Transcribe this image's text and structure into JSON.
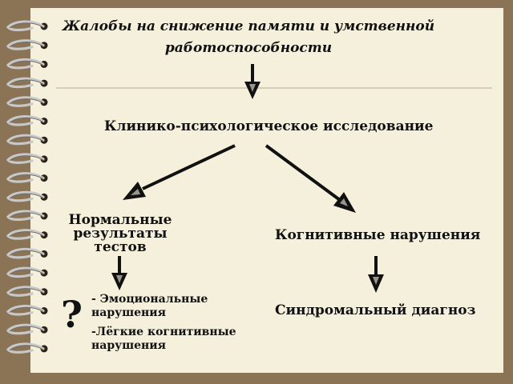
{
  "diagram": {
    "title_line1": "Жалобы на снижение памяти и умственной",
    "title_line2": "работоспособности",
    "clinical_exam": "Клинико-психологическое исследование",
    "normal_results_line1": "Нормальные",
    "normal_results_line2": "результаты",
    "normal_results_line3": "тестов",
    "cognitive_impairment": "Когнитивные нарушения",
    "syndromal_diagnosis": "Синдромальный диагноз",
    "question_mark": "?",
    "outcomes": [
      {
        "line1": "- Эмоциональные",
        "line2": "нарушения"
      },
      {
        "line1": "-Лёгкие когнитивные",
        "line2": "нарушения"
      }
    ]
  },
  "colors": {
    "background": "#8b7355",
    "paper": "#f4f0dc",
    "text": "#111111",
    "rule": "#c9c3aa"
  }
}
